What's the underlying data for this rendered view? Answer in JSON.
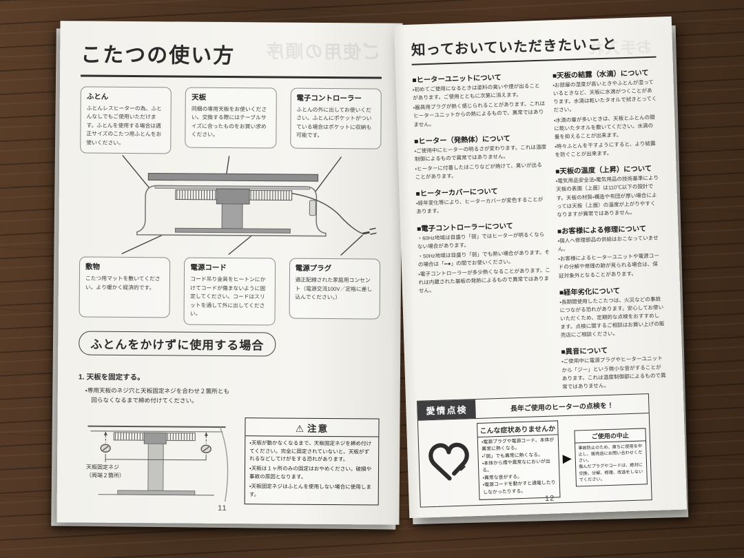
{
  "icons": {
    "warning": "⚠",
    "arrow_right": "▶"
  },
  "left": {
    "title": "こたつの使い方",
    "bleed_text": "ご使用の順序",
    "page_number": "11",
    "boxes_top": [
      {
        "title": "ふとん",
        "body": "ふとんレスヒーターの為、ふとんなしでもご使用いただけます。ふとんを使用する場合は適正サイズのこたつ用ふとんをお使いください。"
      },
      {
        "title": "天板",
        "body": "同梱の専用天板をお使いください。交換する際にはテーブルサイズに合ったものをお買い求めください。"
      },
      {
        "title": "電子コントローラー",
        "body": "ふとんの外に出してお使いください。ふとんにポケットがついている場合はポケットに収納も可能です。"
      }
    ],
    "boxes_bottom": [
      {
        "title": "敷物",
        "body": "こたつ用マットを敷いてください。より暖かく経済的です。"
      },
      {
        "title": "電源コード",
        "body": "コード吊り金具をヒートンにかけてコードが傷まないように固定してください。コードはスリットを通して外に出してください。"
      },
      {
        "title": "電源プラグ",
        "body": "適正配線された家庭用コンセント（電源交流100V／定格に差し込んでください。）"
      }
    ],
    "section_pill": "ふとんをかけずに使用する場合",
    "step_title": "1. 天板を固定する。",
    "step_body": "・専用天板のネジ穴と天板固定ネジを合わせ２箇所とも\n　回らなくなるまで締め付けてください。",
    "diagram_label": "天板固定ネジ\n（両端２箇所）",
    "caution": {
      "title": "注意",
      "items": [
        "・天板が動かなくなるまで、天板固定ネジを締め付けてください。完全に固定されていないと、天板がずれるなどしてけがをする恐れがあります。",
        "・天板は１ヶ所のみの固定はおやめください。破損や事故の原因となります。",
        "・天板固定ネジはふとんを使用しない場合に使用します。"
      ]
    }
  },
  "right": {
    "title": "知っておいていただきたいこと",
    "bleed_text": "お手入れ",
    "page_number": "12",
    "col1": [
      {
        "heading": "■ヒーターユニットについて",
        "bullets": [
          "・初めてご使用になるときは塗料の臭いや煙が出ることがあります。ご使用とともに次第に消えます。",
          "・器具用プラグが熱く感じられることがあります。これはヒーターユニットからの熱によるもので、異常ではありません。"
        ]
      },
      {
        "heading": "■ヒーター（発熱体）について",
        "bullets": [
          "・ご使用中にヒーターの明るさが変わります。これは温度制御によるもので異常ではありません。",
          "・ヒーターに付着したほこりなどが焼けて、臭いが出ることがあります。"
        ]
      },
      {
        "heading": "■ヒーターカバーについて",
        "bullets": [
          "・経年変化等により、ヒーターカバーが変色することがあります。"
        ]
      },
      {
        "heading": "■電子コントローラーについて",
        "bullets": [
          "・60Hz地域は目盛り「弱」ではヒーターが明るくならない場合があります。",
          "・50Hz地域は目盛り「弱」でも熱い場合があります。その場合は「・・●」の間でお使いください。",
          "・電子コントローラーが多少熱くなることがあります。これは内蔵された基板の発熱によるもので異常ではありません。"
        ]
      }
    ],
    "col2": [
      {
        "heading": "■天板の結露（水滴）について",
        "bullets": [
          "・お部屋の湿度が高いときやふとんが湿っているときなど、天板に水滴がつくことがあります。水滴は乾いたタオルで拭きとってください。",
          "・水滴の量が多いときは、天板とふとんの間に乾いたタオルを敷いてください。水滴の量を抑えることが出来ます。",
          "・時々ふとんを干すようにすると、より結露を防ぐことが出来ます。"
        ]
      },
      {
        "heading": "■天板の温度（上昇）について",
        "bullets": [
          "・電気用品安全法・電気用品の技術基準により天板の表面（上面）は110℃以下の設計です。天板の材質・構造や布団が厚い場合によっては天板（上面）の温度が上がりやすくなりますが異常ではありません。"
        ]
      },
      {
        "heading": "■お客様による修理について",
        "bullets": [
          "・個人へ修理部品の供給はおこなっていません。",
          "・お客様によるヒーターユニットや電源コードの分解や修理の跡が見られる場合は、保証対象外となることがあります。"
        ]
      },
      {
        "heading": "■経年劣化について",
        "bullets": [
          "・長期間使用したこたつは、火災などの事故につながる恐れがあります。安心してお使いいただくため、定期的な点検をおすすめします。点検に関するご相談はお買い上げの販売店にご相談ください。"
        ]
      },
      {
        "heading": "■異音について",
        "bullets": [
          "・ご使用中に電源プラグやヒーターユニットから「ジー」という微小な音がすることがあります。これは温度制御部によるもので異常ではありません。"
        ]
      }
    ],
    "inspection": {
      "label": "愛情点検",
      "headline": "長年ご使用のヒーターの点検を！",
      "symptoms_title": "こんな症状ありませんか",
      "symptoms": [
        "・電源プラグや電源コード、本体が異常に熱くなる。",
        "・「弱」でも異常に熱くなる。",
        "・本体から煙や異常なにおいが出る。",
        "・異常な音がする。",
        "・電源コードを動かすと通電したりしなかったりする。"
      ],
      "stop_title": "ご使用の中止",
      "stop_body": "事故防止のため、直ちに使用を中止し、販売店にお問い合わせください。\n傷んだプラグやコードは、絶対に交換、分解、修理、改造をしないでください。"
    }
  }
}
